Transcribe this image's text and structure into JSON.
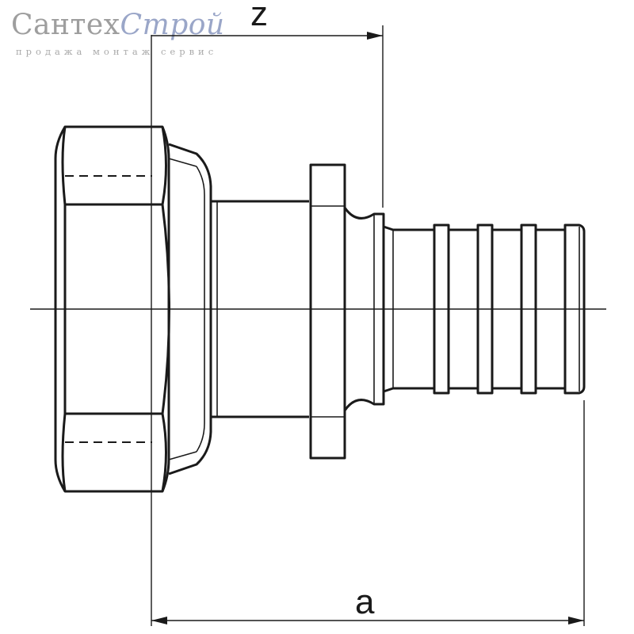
{
  "logo": {
    "name_part1": "Сантех",
    "name_part2": "Строй",
    "tagline": "продажа монтаж сервис",
    "color_primary": "#9e9e9e",
    "color_accent": "#9aa6c8"
  },
  "dimensions": {
    "z_label": "z",
    "a_label": "a"
  }
}
